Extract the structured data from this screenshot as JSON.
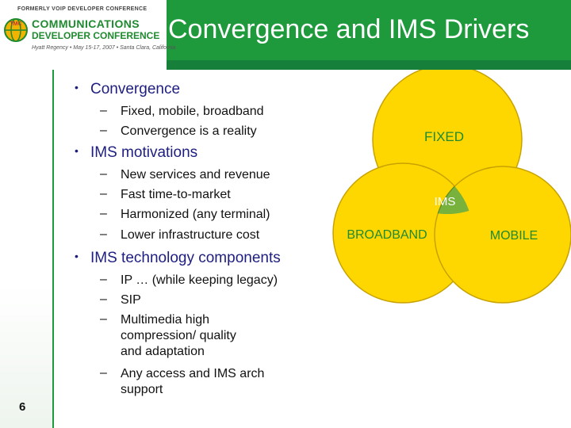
{
  "slide": {
    "title": "Convergence and IMS Drivers",
    "page_number": "6"
  },
  "logo": {
    "top_text": "FORMERLY VOIP DEVELOPER CONFERENCE",
    "mark": "TMC",
    "line1": "COMMUNICATIONS",
    "line2": "DEVELOPER CONFERENCE",
    "sub": "Hyatt Regency • May 15-17, 2007 • Santa Clara, California"
  },
  "bullets": [
    {
      "text": "Convergence",
      "children": [
        "Fixed, mobile, broadband",
        "Convergence is a reality"
      ]
    },
    {
      "text": "IMS motivations",
      "children": [
        "New services and revenue",
        "Fast time-to-market",
        "Harmonized (any terminal)",
        "Lower infrastructure cost"
      ]
    },
    {
      "text": "IMS technology components",
      "children": [
        "IP … (while keeping legacy)",
        "SIP",
        "Multimedia high compression/ quality and adaptation",
        "Any access and IMS arch support"
      ]
    }
  ],
  "venn": {
    "fixed": "FIXED",
    "broadband": "BROADBAND",
    "mobile": "MOBILE",
    "center": "IMS",
    "fill_color": "#ffd700",
    "stroke_color": "#c8a200",
    "center_color": "#78b23c",
    "text_color": "#1f8a2f"
  },
  "colors": {
    "header_green": "#1e9a3c",
    "bullet_blue": "#1e1e80"
  }
}
